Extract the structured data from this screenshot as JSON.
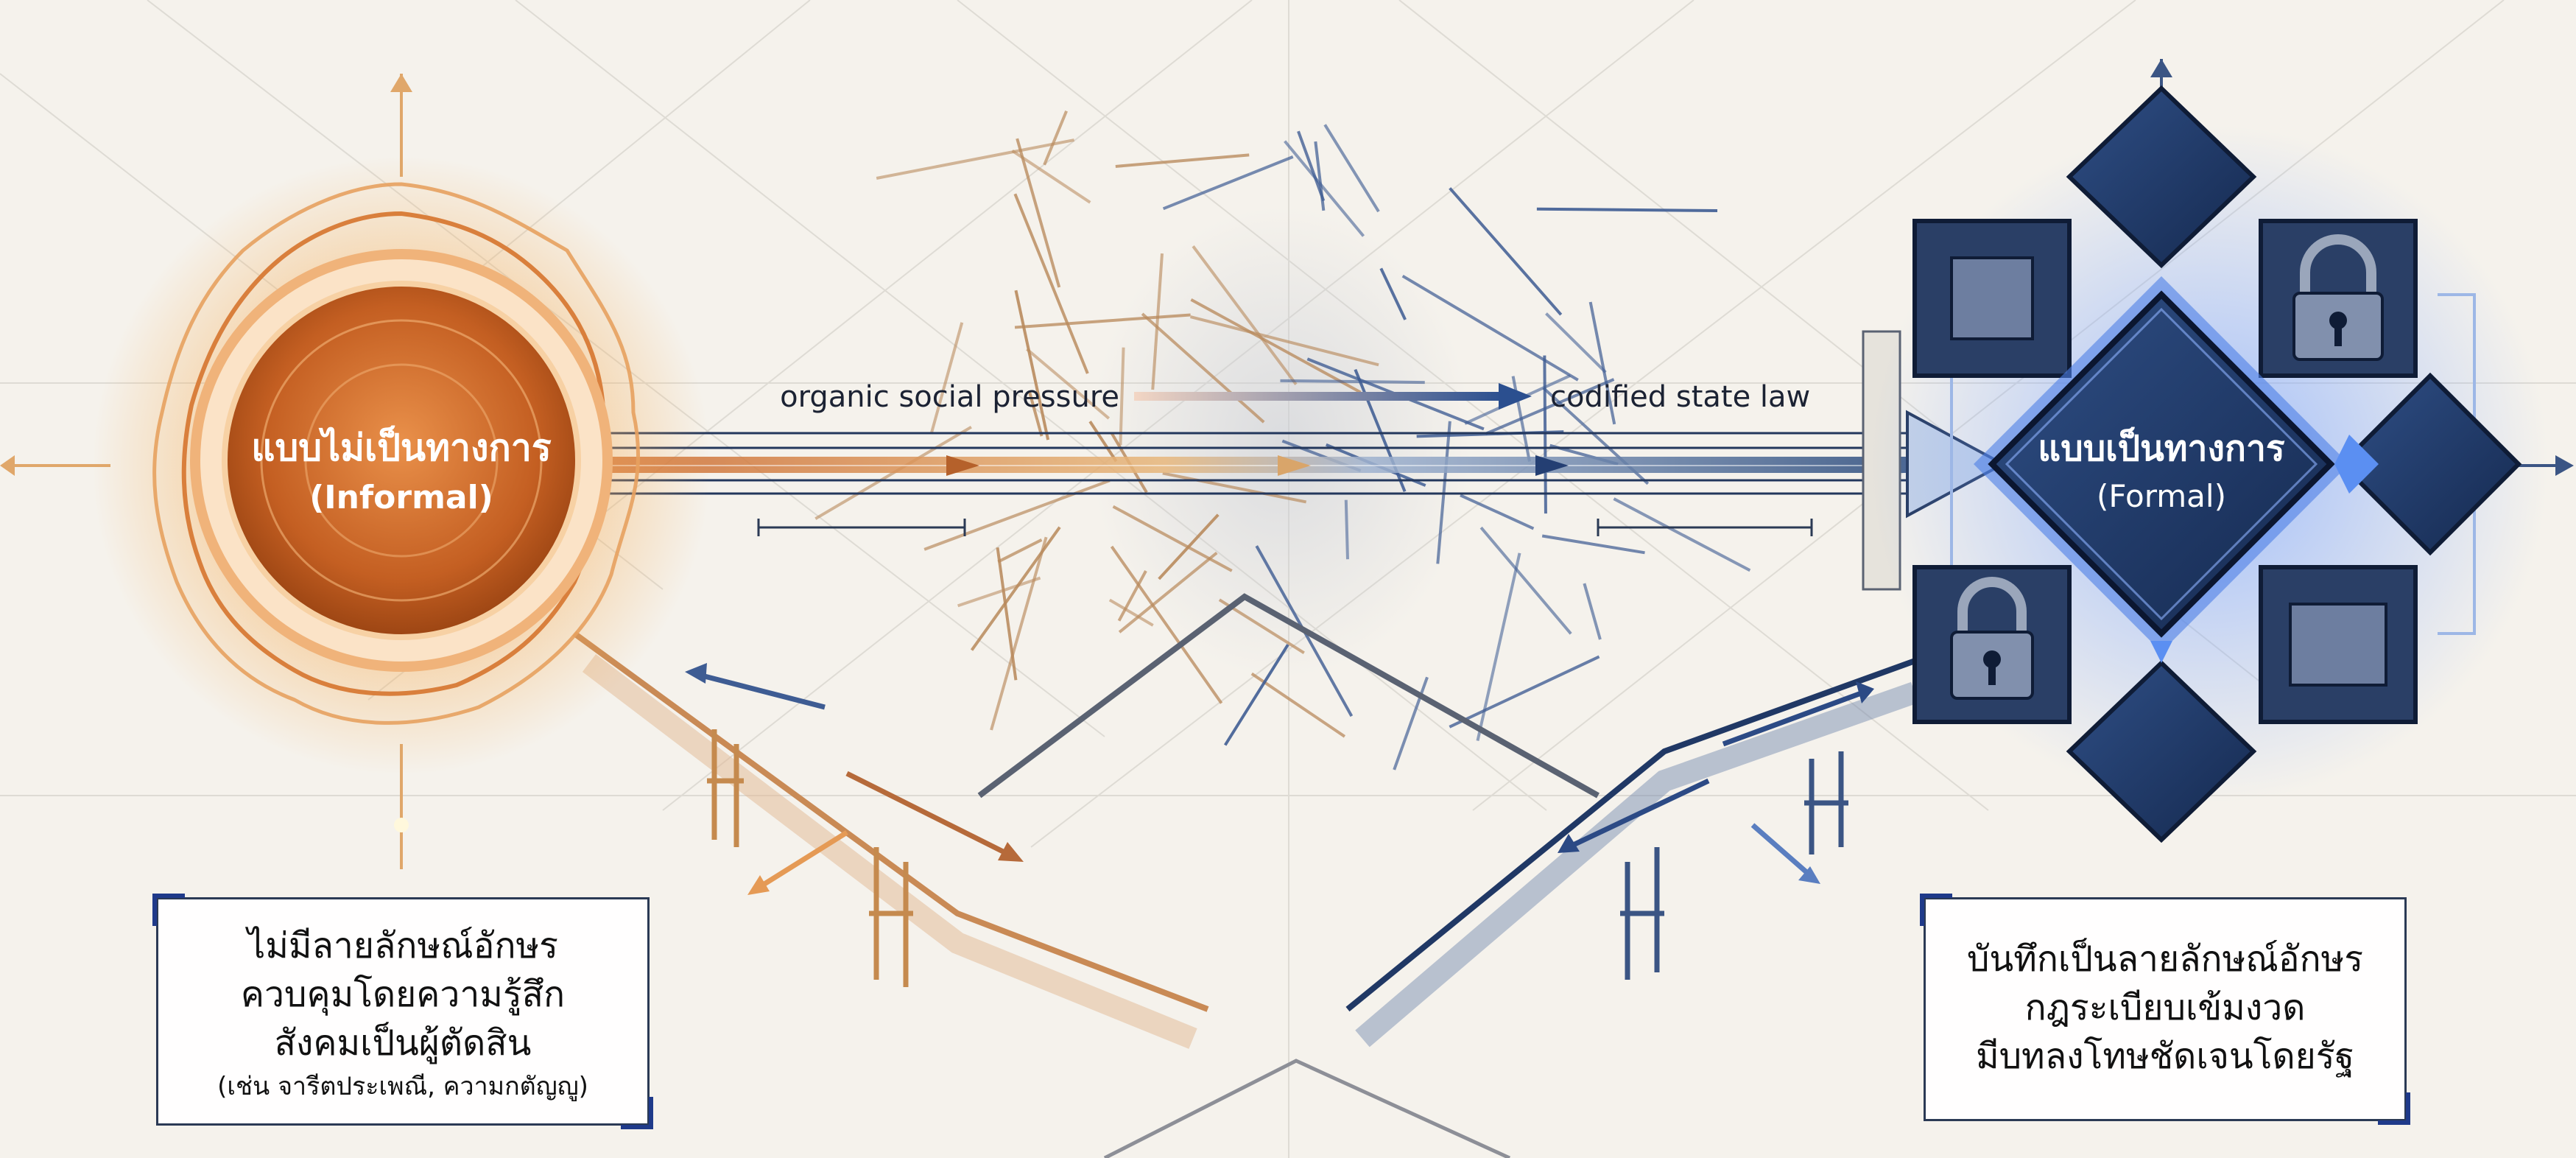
{
  "informal": {
    "title_th": "แบบไม่เป็นทางการ",
    "title_en": "(Informal)",
    "caption": [
      "ไม่มีลายลักษณ์อักษร",
      "ควบคุมโดยความรู้สึก",
      "สังคมเป็นผู้ตัดสิน",
      "(เช่น จารีตประเพณี, ความกตัญญู)"
    ],
    "color": "#d9782f"
  },
  "formal": {
    "title_th": "แบบเป็นทางการ",
    "title_en": "(Formal)",
    "caption": [
      "บันทึกเป็นลายลักษณ์อักษร",
      "กฎระเบียบเข้มงวด",
      "มีบทลงโทษชัดเจนโดยรัฐ"
    ],
    "color": "#1f3a6e"
  },
  "transition": {
    "left_label": "organic social pressure",
    "right_label": "codified state law"
  }
}
